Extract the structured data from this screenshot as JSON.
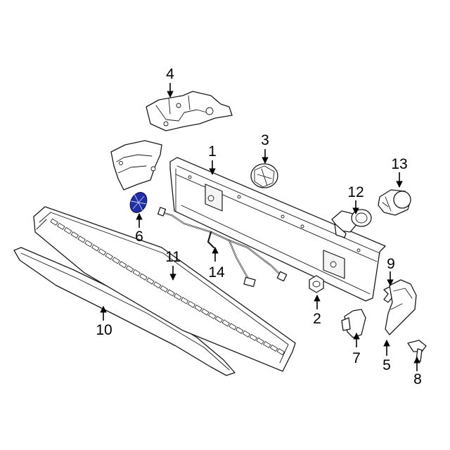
{
  "callouts": {
    "c1": "1",
    "c2": "2",
    "c3": "3",
    "c4": "4",
    "c5": "5",
    "c6": "6",
    "c7": "7",
    "c8": "8",
    "c9": "9",
    "c10": "10",
    "c11": "11",
    "c12": "12",
    "c13": "13",
    "c14": "14"
  },
  "colors": {
    "highlight_part": "#1f2fa8",
    "line_art": "#1a1a1a",
    "background": "#ffffff"
  },
  "highlighted_part": "6"
}
